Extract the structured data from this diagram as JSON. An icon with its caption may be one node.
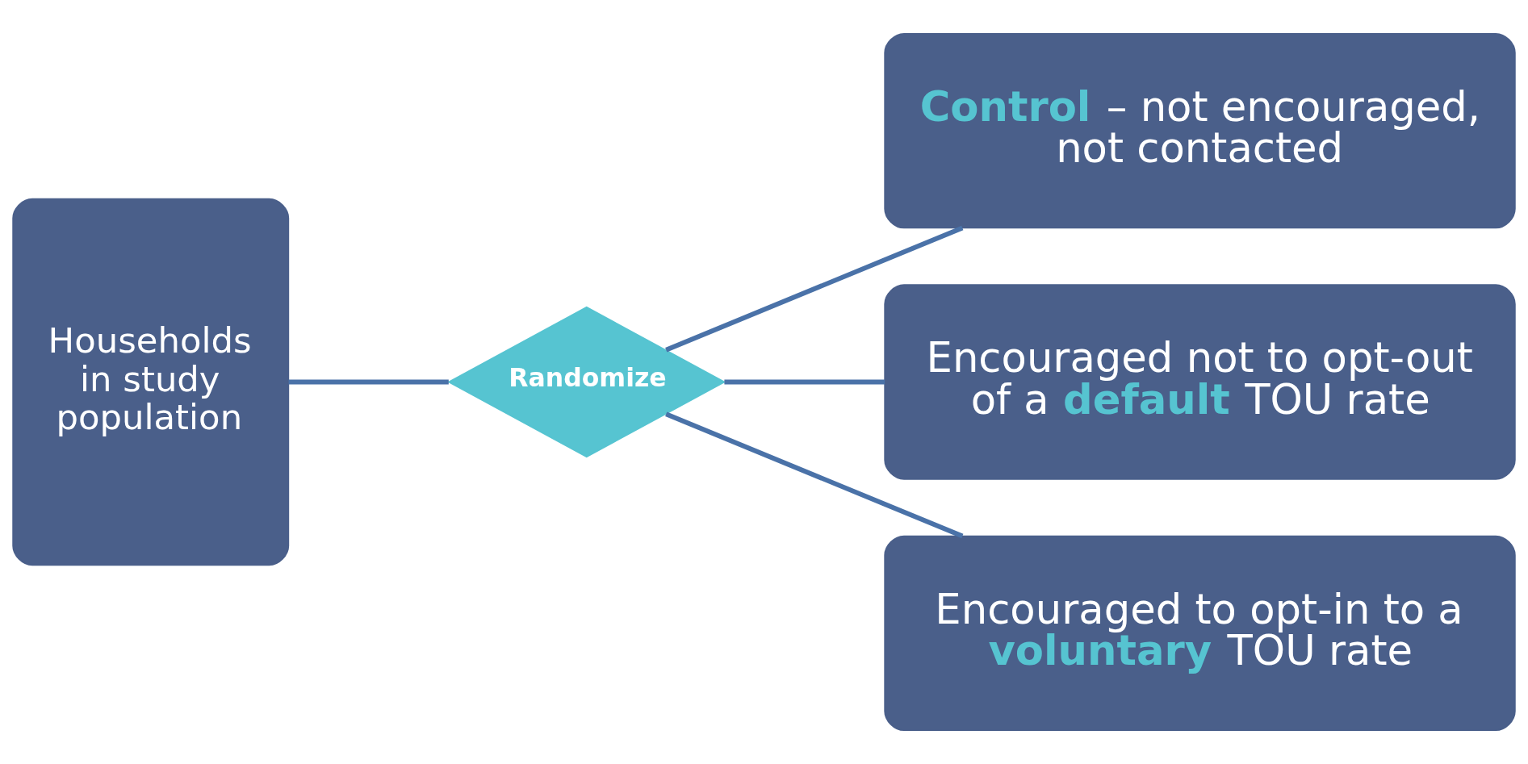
{
  "diagram": {
    "nodes": [
      {
        "text": [
          "Households in study population"
        ]
      },
      {
        "text": [
          "Randomize"
        ]
      },
      {
        "text": [
          "**Control** – not encouraged, not contacted"
        ]
      },
      {
        "text": [
          "Encouraged not to opt-out of a **default** TOU rate"
        ]
      },
      {
        "text": [
          "Encouraged to opt-in to a **voluntary** TOU rate"
        ]
      }
    ],
    "edges": [
      {
        "from": 0,
        "to": 1,
        "arrow": "none"
      },
      {
        "from": 1,
        "to": 2,
        "arrow": "none"
      },
      {
        "from": 1,
        "to": 3,
        "arrow": "none"
      },
      {
        "from": 1,
        "to": 4,
        "arrow": "none"
      }
    ]
  }
}
